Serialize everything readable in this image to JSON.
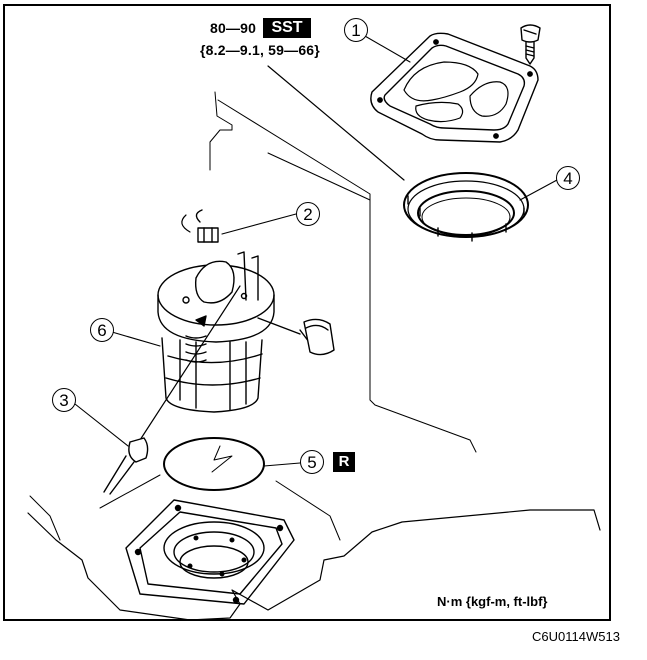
{
  "torque": {
    "value": "80—90",
    "alt": "{8.2—9.1, 59—66}"
  },
  "badges": {
    "sst": "SST",
    "replace": "R"
  },
  "callouts": [
    "1",
    "2",
    "3",
    "4",
    "5",
    "6"
  ],
  "unit_note": "N·m {kgf-m, ft-lbf}",
  "figure_code": "C6U0114W513"
}
